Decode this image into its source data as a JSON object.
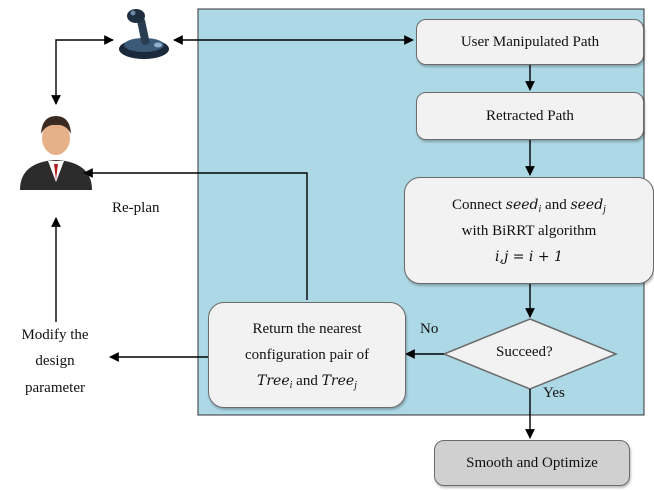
{
  "nodes": {
    "user_path": "User Manipulated Path",
    "retracted": "Retracted Path",
    "connect": {
      "line1_pre": "Connect",
      "seed": "seed",
      "sub_i": "i",
      "and": "and",
      "sub_j": "j",
      "line2": "with BiRRT algorithm",
      "eq": "i,j = i + 1"
    },
    "decision": "Succeed?",
    "return_box": {
      "line1": "Return the nearest",
      "line2": "configuration pair of",
      "tree": "Tree",
      "sub_i": "i",
      "and": "and",
      "sub_j": "j"
    },
    "smooth": "Smooth and Optimize"
  },
  "labels": {
    "replan": "Re-plan",
    "no": "No",
    "yes": "Yes",
    "modify": [
      "Modify the",
      "design",
      "parameter"
    ]
  },
  "colors": {
    "panel": "#add8e6",
    "box": "#f2f2f2",
    "smooth_box": "#d0d0d0",
    "line": "#000000"
  },
  "icons": [
    "joystick-icon",
    "user-avatar-icon"
  ]
}
